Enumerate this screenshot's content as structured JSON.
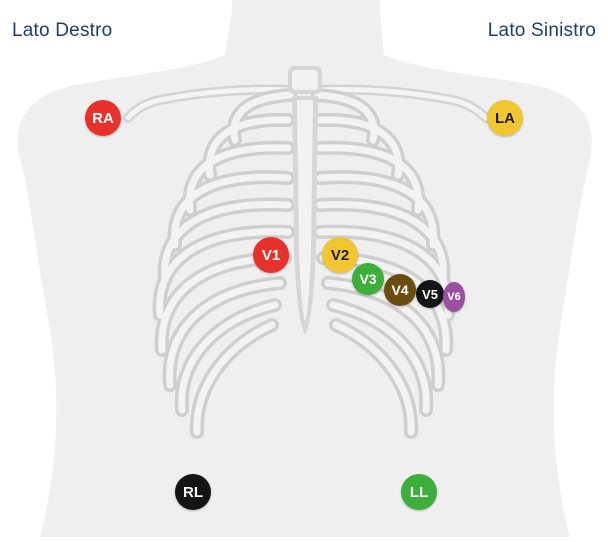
{
  "labels": {
    "right_side": "Lato Destro",
    "left_side": "Lato Sinistro"
  },
  "colors": {
    "red": "#e8312a",
    "yellow": "#f2c531",
    "green": "#3cae3a",
    "brown": "#6b4d12",
    "black": "#141414",
    "purple": "#9b4fa3",
    "body": "#efefef",
    "bone": "#d8d8d8",
    "title": "#1e3f6e"
  },
  "electrodes": [
    {
      "id": "ra",
      "label": "RA",
      "color": "#e8312a",
      "text_color": "#ffffff"
    },
    {
      "id": "la",
      "label": "LA",
      "color": "#f2c531",
      "text_color": "#1e1e1e"
    },
    {
      "id": "v1",
      "label": "V1",
      "color": "#e8312a",
      "text_color": "#ffffff"
    },
    {
      "id": "v2",
      "label": "V2",
      "color": "#f2c531",
      "text_color": "#1e1e1e"
    },
    {
      "id": "v3",
      "label": "V3",
      "color": "#3cae3a",
      "text_color": "#ffffff"
    },
    {
      "id": "v4",
      "label": "V4",
      "color": "#6b4d12",
      "text_color": "#ffffff"
    },
    {
      "id": "v5",
      "label": "V5",
      "color": "#141414",
      "text_color": "#ffffff"
    },
    {
      "id": "v6",
      "label": "V6",
      "color": "#9b4fa3",
      "text_color": "#ffffff"
    },
    {
      "id": "rl",
      "label": "RL",
      "color": "#141414",
      "text_color": "#ffffff"
    },
    {
      "id": "ll",
      "label": "LL",
      "color": "#3cae3a",
      "text_color": "#ffffff"
    }
  ]
}
